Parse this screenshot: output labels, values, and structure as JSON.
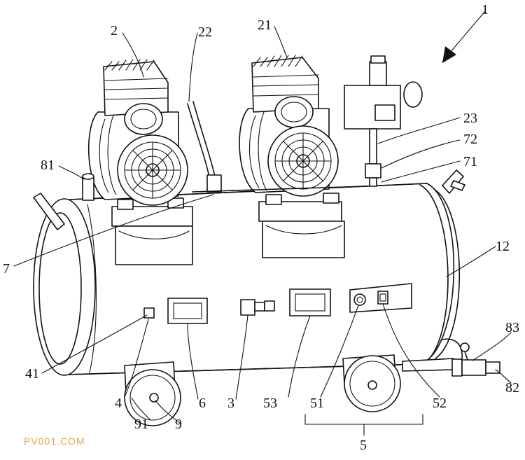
{
  "labels": {
    "l1": "1",
    "l2": "2",
    "l22": "22",
    "l21": "21",
    "l23": "23",
    "l72": "72",
    "l71": "71",
    "l81": "81",
    "l7": "7",
    "l12": "12",
    "l41": "41",
    "l4": "4",
    "l6": "6",
    "l3": "3",
    "l53": "53",
    "l51": "51",
    "l52": "52",
    "l83": "83",
    "l82": "82",
    "l91": "91",
    "l9": "9",
    "l5": "5"
  },
  "watermark": "PV001.COM"
}
